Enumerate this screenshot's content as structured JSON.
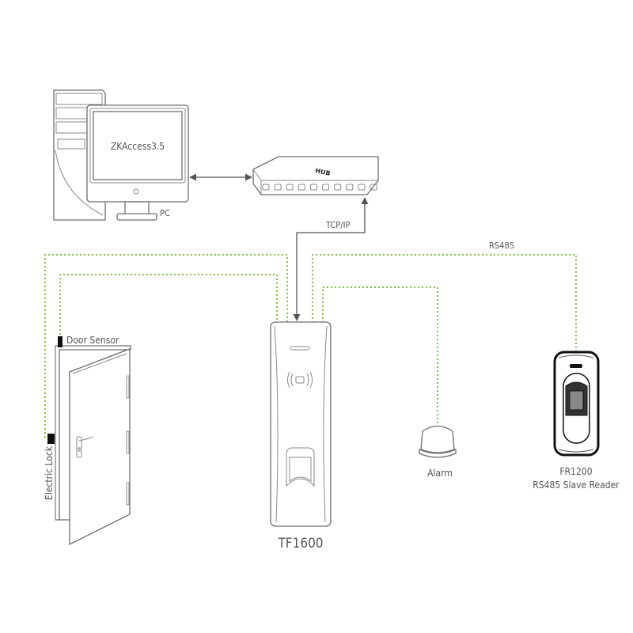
{
  "diagram": {
    "title": "TF1600 access control wiring diagram",
    "colors": {
      "wire": "#7dc242",
      "outline": "#6e6e6e",
      "text": "#555555",
      "block": "#111111"
    },
    "nodes": {
      "pc": {
        "label": "PC",
        "screen_text": "ZKAccess3.5"
      },
      "hub": {
        "label": "HUB",
        "port_count": 10
      },
      "controller": {
        "label": "TF1600"
      },
      "door": {
        "sensor_label": "Door Sensor",
        "lock_label": "Electric Lock"
      },
      "alarm": {
        "label": "Alarm"
      },
      "slave_reader": {
        "label": "FR1200",
        "sublabel": "RS485 Slave Reader"
      }
    },
    "connections": [
      {
        "from": "pc",
        "to": "hub",
        "style": "solid",
        "arrow": "both",
        "label": ""
      },
      {
        "from": "hub",
        "to": "controller",
        "style": "solid",
        "arrow": "both",
        "label": "TCP/IP"
      },
      {
        "from": "controller",
        "to": "slave_reader",
        "style": "dotted",
        "label": "RS485"
      },
      {
        "from": "controller",
        "to": "alarm",
        "style": "dotted",
        "label": ""
      },
      {
        "from": "controller",
        "to": "electric_lock",
        "style": "dotted",
        "label": ""
      },
      {
        "from": "controller",
        "to": "door_sensor",
        "style": "dotted",
        "label": ""
      }
    ]
  }
}
